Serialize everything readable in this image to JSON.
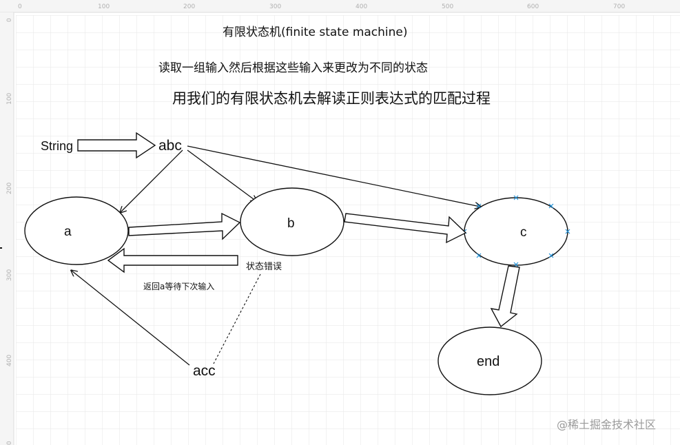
{
  "ruler": {
    "top_ticks": [
      "0",
      "100",
      "200",
      "300",
      "400",
      "500",
      "600",
      "700"
    ],
    "left_ticks": [
      "0",
      "100",
      "200",
      "300",
      "400",
      "0"
    ]
  },
  "texts": {
    "title": "有限状态机(finite state machine)",
    "subtitle": "读取一组输入然后根据这些输入来更改为不同的状态",
    "heading": "用我们的有限状态机去解读正则表达式的匹配过程",
    "string_label": "String",
    "input_abc": "abc",
    "input_acc": "acc",
    "error_label": "状态错误",
    "return_label": "返回a等待下次输入",
    "watermark": "@稀土掘金技术社区"
  },
  "states": {
    "a": "a",
    "b": "b",
    "c": "c",
    "end": "end"
  },
  "colors": {
    "grid": "#e3e3e3",
    "ruler": "#f4f4f4",
    "stroke": "#111111",
    "handle": "#1e90d8"
  }
}
